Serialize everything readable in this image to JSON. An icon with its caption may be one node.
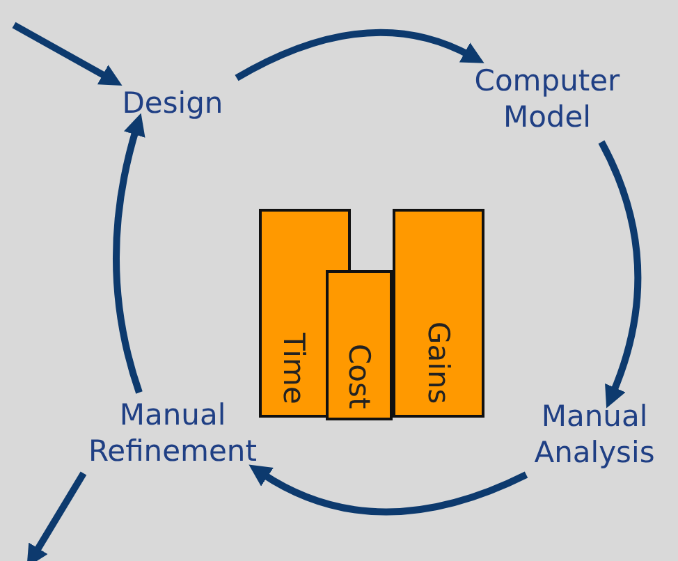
{
  "diagram": {
    "nodes": [
      {
        "text": [
          "Design"
        ]
      },
      {
        "text": [
          "Computer Model"
        ]
      },
      {
        "text": [
          "Manual Analysis"
        ]
      },
      {
        "text": [
          "Manual Refinement"
        ]
      },
      {
        "text": [
          "Time"
        ]
      },
      {
        "text": [
          "Cost"
        ]
      },
      {
        "text": [
          "Gains"
        ]
      }
    ],
    "edges": [
      {
        "from": null,
        "to": 0,
        "arrow": "to"
      },
      {
        "from": 0,
        "to": 1,
        "arrow": "to"
      },
      {
        "from": 1,
        "to": 2,
        "arrow": "to"
      },
      {
        "from": 2,
        "to": 3,
        "arrow": "to"
      },
      {
        "from": 3,
        "to": 0,
        "arrow": "to"
      },
      {
        "from": 3,
        "to": null,
        "arrow": "to"
      }
    ]
  }
}
